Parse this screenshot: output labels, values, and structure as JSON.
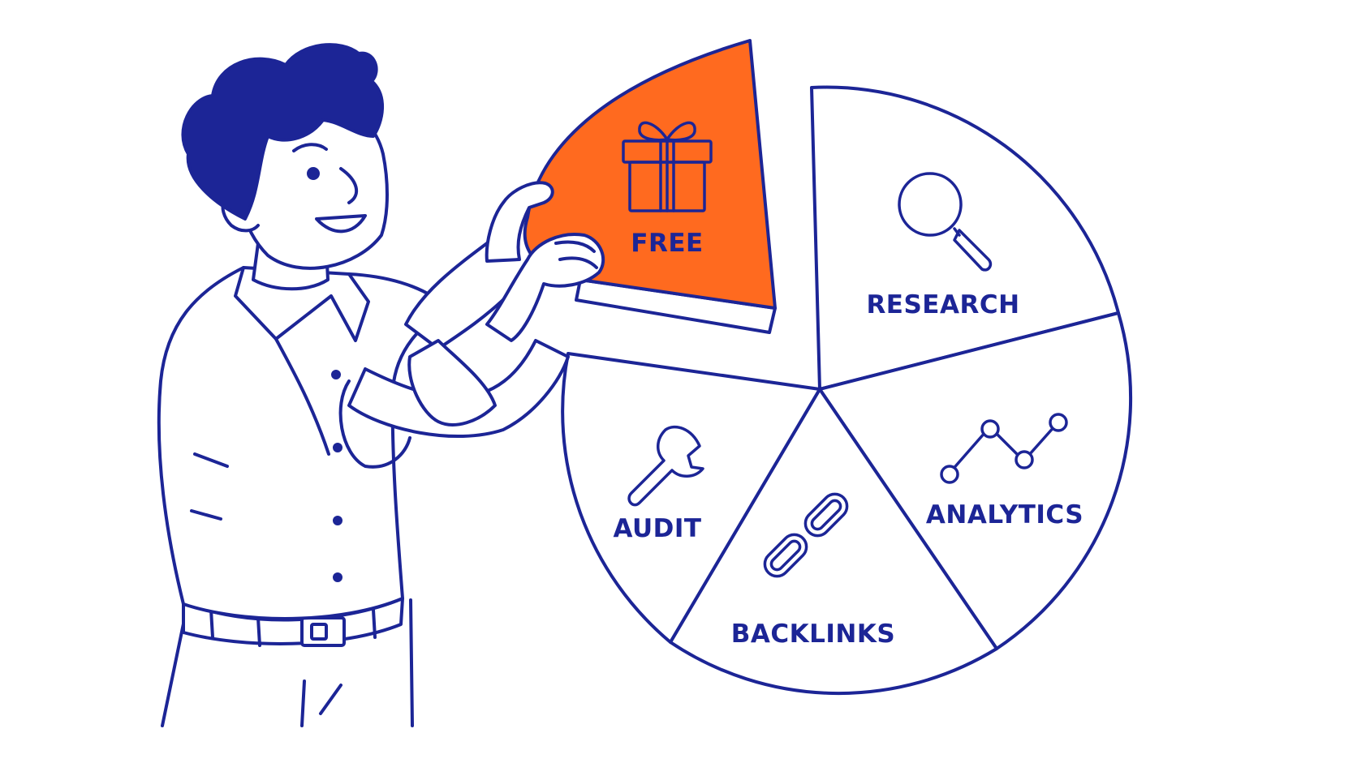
{
  "colors": {
    "ink": "#1c2596",
    "accent": "#ff6a1f",
    "background": "#ffffff",
    "slice_fill": "#ffffff"
  },
  "segments": [
    {
      "label": "FREE",
      "icon": "gift-icon"
    },
    {
      "label": "RESEARCH",
      "icon": "magnifier-icon"
    },
    {
      "label": "ANALYTICS",
      "icon": "line-chart-icon"
    },
    {
      "label": "BACKLINKS",
      "icon": "chain-link-icon"
    },
    {
      "label": "AUDIT",
      "icon": "wrench-icon"
    }
  ]
}
